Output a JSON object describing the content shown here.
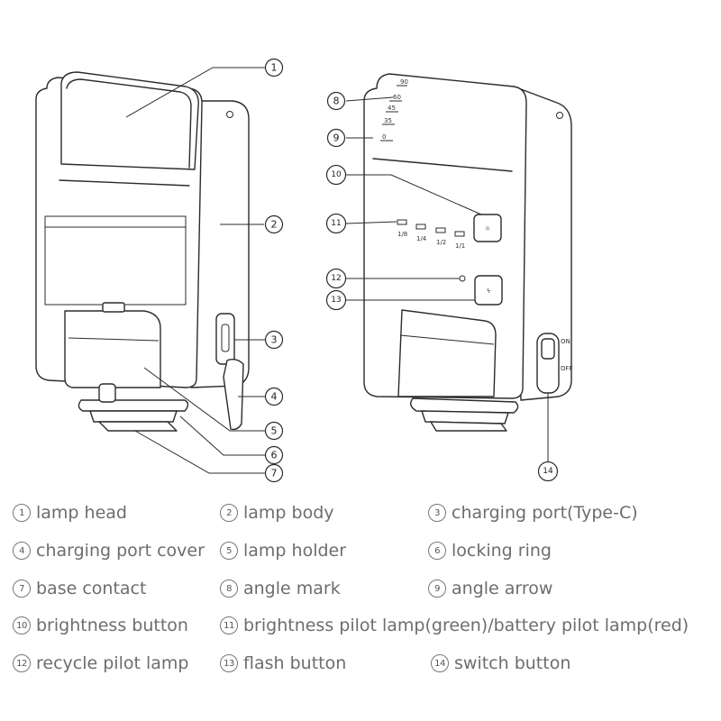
{
  "callouts": [
    "1",
    "2",
    "3",
    "4",
    "5",
    "6",
    "7",
    "8",
    "9",
    "10",
    "11",
    "12",
    "13",
    "14"
  ],
  "device_labels": {
    "on": "ON",
    "off": "OFF",
    "led_levels": [
      "1/8",
      "1/4",
      "1/2",
      "1/1"
    ],
    "angle_marks": [
      "90",
      "60",
      "45",
      "35",
      "0"
    ]
  },
  "legend": [
    {
      "num": "1",
      "text": "lamp head"
    },
    {
      "num": "2",
      "text": "lamp body"
    },
    {
      "num": "3",
      "text": "charging port(Type-C)"
    },
    {
      "num": "4",
      "text": "charging port cover"
    },
    {
      "num": "5",
      "text": "lamp holder"
    },
    {
      "num": "6",
      "text": "locking ring"
    },
    {
      "num": "7",
      "text": "base contact"
    },
    {
      "num": "8",
      "text": "angle mark"
    },
    {
      "num": "9",
      "text": "angle arrow"
    },
    {
      "num": "10",
      "text": "brightness button"
    },
    {
      "num": "11",
      "text": "brightness pilot lamp(green)/battery pilot lamp(red)"
    },
    {
      "num": "12",
      "text": "recycle pilot lamp"
    },
    {
      "num": "13",
      "text": "flash button"
    },
    {
      "num": "14",
      "text": "switch button"
    }
  ]
}
